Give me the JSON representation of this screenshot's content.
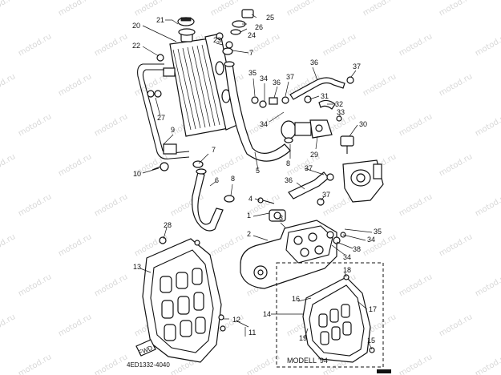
{
  "watermark": "motod.ru",
  "diagram_code": "4ED1332-4040",
  "inset_label": "MODELL '94",
  "fwd_label": "FWD",
  "part_numbers": [
    "1",
    "2",
    "3",
    "4",
    "5",
    "6",
    "7",
    "8",
    "9",
    "10",
    "11",
    "12",
    "13",
    "14",
    "15",
    "16",
    "17",
    "18",
    "19",
    "20",
    "21",
    "22",
    "23",
    "24",
    "25",
    "26",
    "27",
    "28",
    "29",
    "30",
    "31",
    "32",
    "33",
    "34",
    "35",
    "36",
    "37",
    "38"
  ],
  "colors": {
    "ink": "#111111",
    "watermark": "#b9b9b9",
    "background": "#ffffff"
  }
}
